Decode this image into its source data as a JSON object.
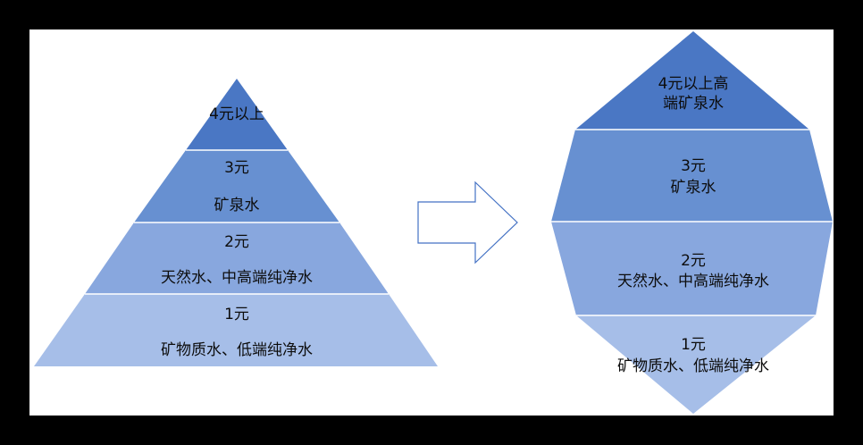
{
  "colors": {
    "frame": "#000000",
    "background": "#ffffff",
    "tier_top": "#4a77c4",
    "tier_2": "#6790d1",
    "tier_3": "#88a7de",
    "tier_bottom": "#a6bee8",
    "tier_divider": "#ffffff",
    "arrow_stroke": "#4472c4"
  },
  "left_pyramid": {
    "tier_4": {
      "price": "4元以上",
      "name": ""
    },
    "tier_3": {
      "price": "3元",
      "name": "矿泉水"
    },
    "tier_2": {
      "price": "2元",
      "name": "天然水、中高端纯净水"
    },
    "tier_1": {
      "price": "1元",
      "name": "矿物质水、低端纯净水"
    }
  },
  "arrow": {
    "icon": "right-arrow-outline-icon"
  },
  "right_diamond": {
    "tier_4": {
      "line1": "4元以上高",
      "line2": "端矿泉水"
    },
    "tier_3": {
      "price": "3元",
      "name": "矿泉水"
    },
    "tier_2": {
      "price": "2元",
      "name": "天然水、中高端纯净水"
    },
    "tier_1": {
      "price": "1元",
      "name": "矿物质水、低端纯净水"
    }
  }
}
